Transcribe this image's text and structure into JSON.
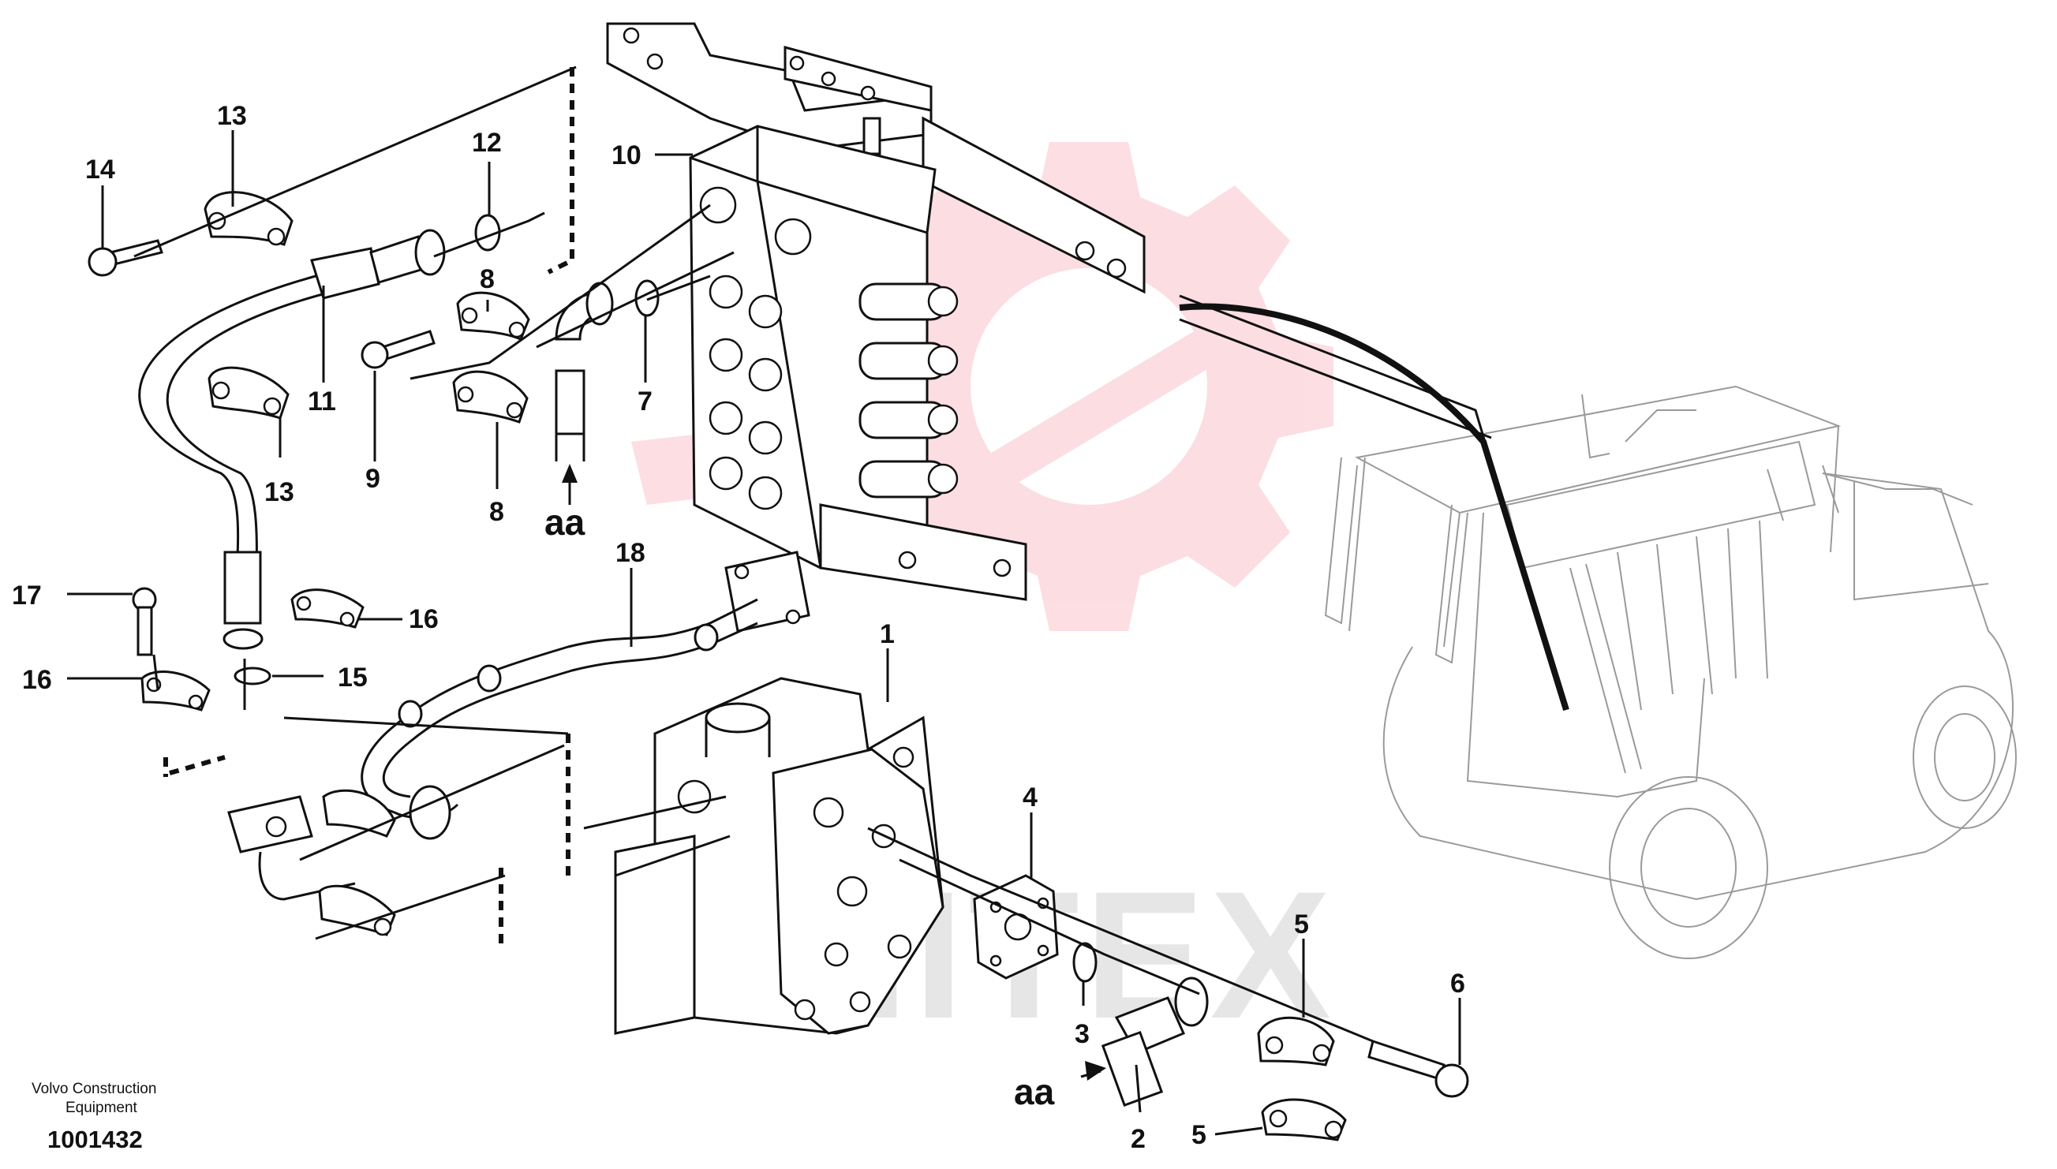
{
  "diagram": {
    "callouts": [
      {
        "id": "c13a",
        "text": "13"
      },
      {
        "id": "c14",
        "text": "14"
      },
      {
        "id": "c12",
        "text": "12"
      },
      {
        "id": "c10",
        "text": "10"
      },
      {
        "id": "c8a",
        "text": "8"
      },
      {
        "id": "c11",
        "text": "11"
      },
      {
        "id": "c13b",
        "text": "13"
      },
      {
        "id": "c9",
        "text": "9"
      },
      {
        "id": "c8b",
        "text": "8"
      },
      {
        "id": "c7",
        "text": "7"
      },
      {
        "id": "c18",
        "text": "18"
      },
      {
        "id": "c17",
        "text": "17"
      },
      {
        "id": "c16a",
        "text": "16"
      },
      {
        "id": "c16b",
        "text": "16"
      },
      {
        "id": "c15",
        "text": "15"
      },
      {
        "id": "c1",
        "text": "1"
      },
      {
        "id": "c4",
        "text": "4"
      },
      {
        "id": "c5a",
        "text": "5"
      },
      {
        "id": "c6",
        "text": "6"
      },
      {
        "id": "c3",
        "text": "3"
      },
      {
        "id": "c2",
        "text": "2"
      },
      {
        "id": "c5b",
        "text": "5"
      }
    ],
    "connectors": [
      {
        "id": "aa1",
        "text": "aa"
      },
      {
        "id": "aa2",
        "text": "aa"
      }
    ],
    "watermark": "MITEX",
    "watermark_color": "#e8002a"
  },
  "footer": {
    "brand_line1": "Volvo Construction",
    "brand_line2": "Equipment",
    "figure_number": "1001432"
  }
}
